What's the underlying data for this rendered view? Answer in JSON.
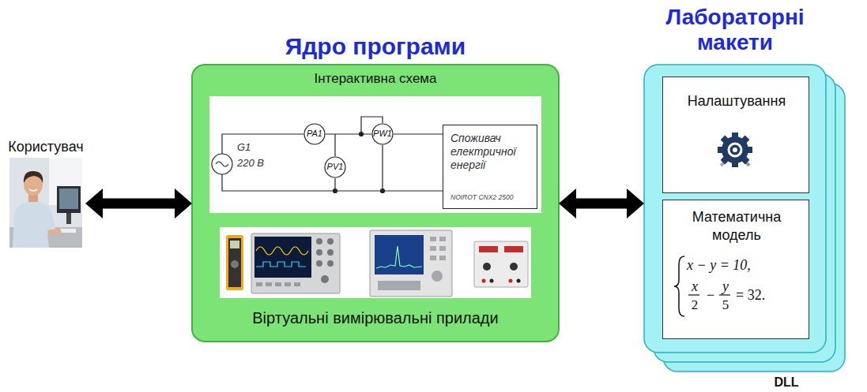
{
  "diagram": {
    "nodes": [
      {
        "text": [
          "Користувач"
        ]
      },
      {
        "text": [
          "Ядро програми"
        ]
      },
      {
        "text": [
          "Інтерактивна схема"
        ],
        "in": 1
      },
      {
        "text": [
          "PA1"
        ],
        "in": 2
      },
      {
        "text": [
          "PV1"
        ],
        "in": 2
      },
      {
        "text": [
          "PW1"
        ],
        "in": 2
      },
      {
        "text": [
          "Споживач електричної енергії",
          "NOIROT CNX2 2500"
        ],
        "in": 2
      },
      {
        "text": [
          "Віртуальні вимірювальні прилади"
        ],
        "in": 1
      },
      {
        "text": [
          "Лабораторні макети",
          "DLL"
        ]
      },
      {
        "text": [
          "Налаштування"
        ],
        "in": 8
      },
      {
        "text": [
          "Математична модель",
          "x − y = 10,",
          "x",
          "2",
          "−",
          "y",
          "5",
          "= 32."
        ],
        "in": 8
      }
    ],
    "edges": [
      {
        "from": 0,
        "to": 1,
        "arrow": "both"
      },
      {
        "from": 1,
        "to": 8,
        "arrow": "both"
      },
      {
        "from": 3,
        "to": 5,
        "arrow": "none"
      },
      {
        "from": 5,
        "to": 6,
        "arrow": "none"
      }
    ],
    "labels": [
      "G1",
      "220 В"
    ]
  }
}
